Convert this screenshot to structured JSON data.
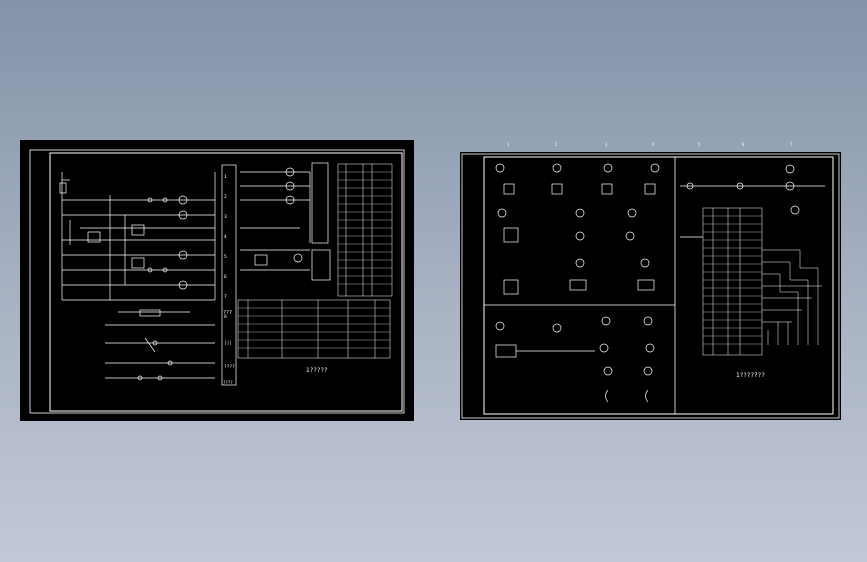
{
  "colors": {
    "background_top": "#8393a8",
    "background_bottom": "#c2c8d6",
    "sheet": "#000000",
    "line": "#ffffff"
  },
  "sheet_left": {
    "title": "1?????",
    "row_labels": [
      "1",
      "2",
      "3",
      "4",
      "5",
      "6",
      "7",
      "8"
    ],
    "table_marks": [
      "???",
      "|||",
      "????",
      "????"
    ]
  },
  "sheet_right": {
    "title": "1???????",
    "zone_labels": [
      "1",
      "2",
      "3",
      "4",
      "5",
      "6",
      "7"
    ]
  }
}
